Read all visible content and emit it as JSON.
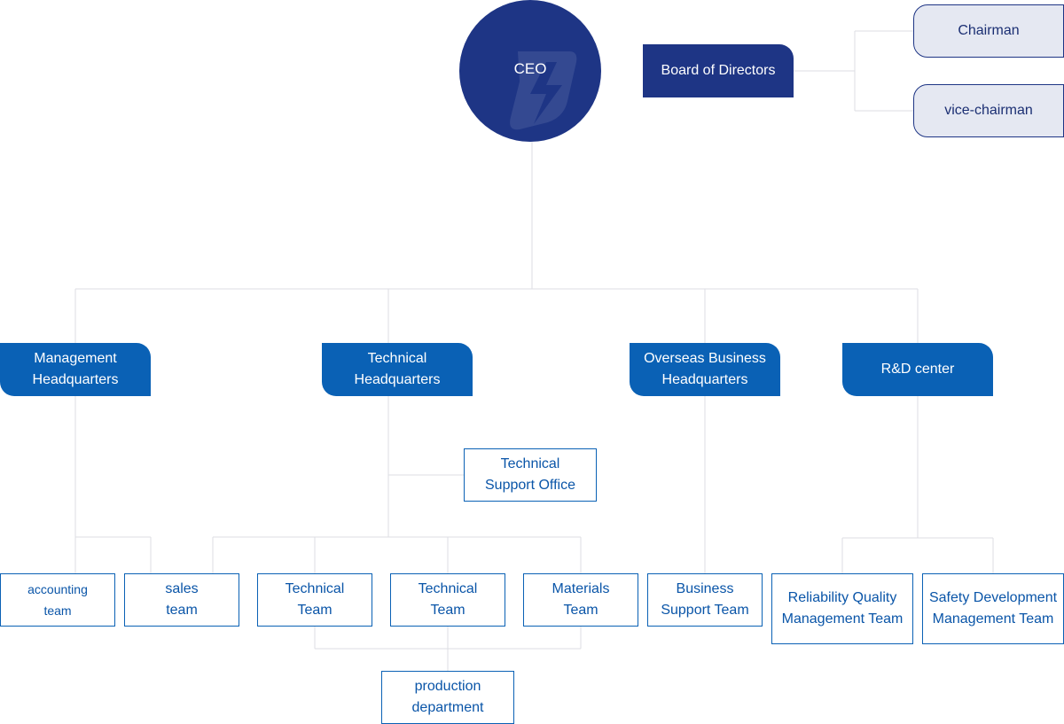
{
  "ceo": {
    "label": "CEO",
    "icon": "lightning-logo-icon"
  },
  "board": {
    "label": "Board of Directors"
  },
  "executives": {
    "chairman": "Chairman",
    "vice_chairman": "vice-chairman"
  },
  "headquarters": {
    "management": "Management Headquarters",
    "technical": "Technical Headquarters",
    "overseas": "Overseas Business Headquarters",
    "rnd": "R&D center"
  },
  "teams": {
    "technical_support_office": "Technical Support Office",
    "accounting": "accounting team",
    "sales": "sales team",
    "technical_team_1": "Technical Team",
    "technical_team_2": "Technical Team",
    "materials": "Materials Team",
    "production": "production department",
    "business_support": "Business Support Team",
    "reliability_quality": "Reliability Quality Management Team",
    "safety_development": "Safety Development Management Team"
  },
  "colors": {
    "ceo_navy": "#1e3585",
    "hq_blue": "#0a61b5",
    "exec_bg": "#e5e8f2",
    "team_text": "#0a55a8",
    "connector": "#dcdde3"
  }
}
